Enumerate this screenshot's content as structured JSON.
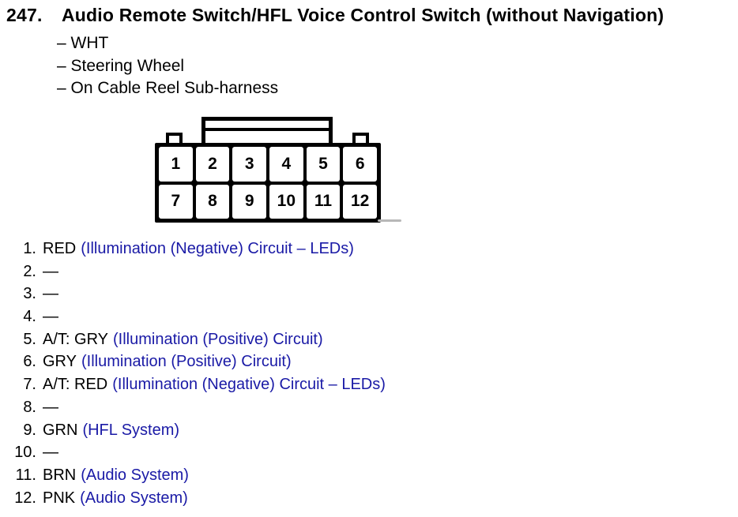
{
  "page": {
    "item_number": "247.",
    "title": "Audio Remote Switch/HFL Voice Control Switch (without Navigation)",
    "attributes": [
      "– WHT",
      "– Steering Wheel",
      "– On Cable Reel Sub-harness"
    ]
  },
  "connector": {
    "cells": [
      "1",
      "2",
      "3",
      "4",
      "5",
      "6",
      "7",
      "8",
      "9",
      "10",
      "11",
      "12"
    ],
    "rows": 2,
    "columns": 6
  },
  "pins": [
    {
      "num": "1.",
      "wire": "RED",
      "circuit": "(Illumination (Negative) Circuit – LEDs)"
    },
    {
      "num": "2.",
      "wire": "—",
      "circuit": ""
    },
    {
      "num": "3.",
      "wire": "—",
      "circuit": ""
    },
    {
      "num": "4.",
      "wire": "—",
      "circuit": ""
    },
    {
      "num": "5.",
      "wire": "A/T: GRY",
      "circuit": "(Illumination (Positive) Circuit)"
    },
    {
      "num": "6.",
      "wire": "GRY",
      "circuit": "(Illumination (Positive) Circuit)"
    },
    {
      "num": "7.",
      "wire": "A/T: RED",
      "circuit": "(Illumination (Negative) Circuit – LEDs)"
    },
    {
      "num": "8.",
      "wire": "—",
      "circuit": ""
    },
    {
      "num": "9.",
      "wire": "GRN",
      "circuit": "(HFL System)"
    },
    {
      "num": "10.",
      "wire": "—",
      "circuit": ""
    },
    {
      "num": "11.",
      "wire": "BRN",
      "circuit": "(Audio System)"
    },
    {
      "num": "12.",
      "wire": "PNK",
      "circuit": "(Audio System)"
    }
  ],
  "colors": {
    "circuit_text_blue": "#1a1aa6",
    "ink_black": "#000000",
    "paper_white": "#ffffff"
  }
}
